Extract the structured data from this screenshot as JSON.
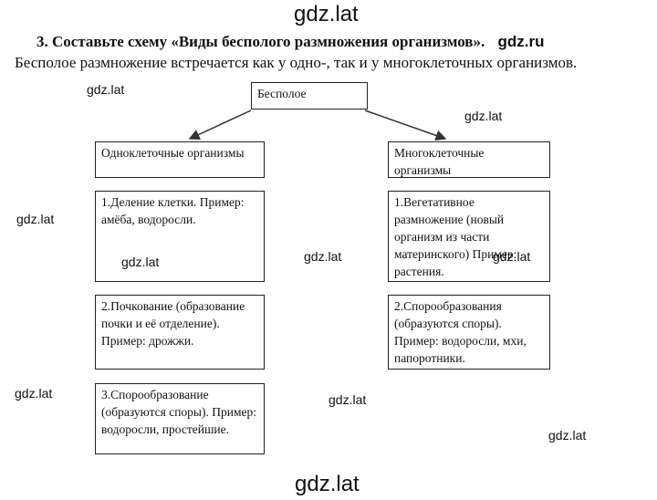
{
  "watermarks": {
    "top": "gdz.lat",
    "bottom": "gdz.lat",
    "small": [
      "gdz.lat",
      "gdz.lat",
      "gdz.lat",
      "gdz.lat",
      "gdz.lat",
      "gdz.lat",
      "gdz.lat",
      "gdz.lat",
      "gdz.lat"
    ]
  },
  "header": {
    "task": "3.  Составьте схему «Виды бесполого размножения организмов».",
    "source": "gdz.ru",
    "intro": "Бесполое размножение встречается как у одно-, так и у многоклеточных организмов."
  },
  "diagram": {
    "root": "Бесполое",
    "left": {
      "title": "Одноклеточные организмы",
      "items": [
        "1.Деление клетки. Пример: амёба, водоросли.",
        "2.Почкование (образование почки и её отделение). Пример: дрожжи.",
        "3.Спорообразование (образуются споры). Пример: водоросли, простейшие."
      ]
    },
    "right": {
      "title": "Многоклеточные организмы",
      "items": [
        "1.Вегетативное размножение (новый организм из части материнского) Пример: растения.",
        "2.Спорообразования (образуются споры). Пример: водоросли, мхи, папоротники."
      ]
    }
  }
}
